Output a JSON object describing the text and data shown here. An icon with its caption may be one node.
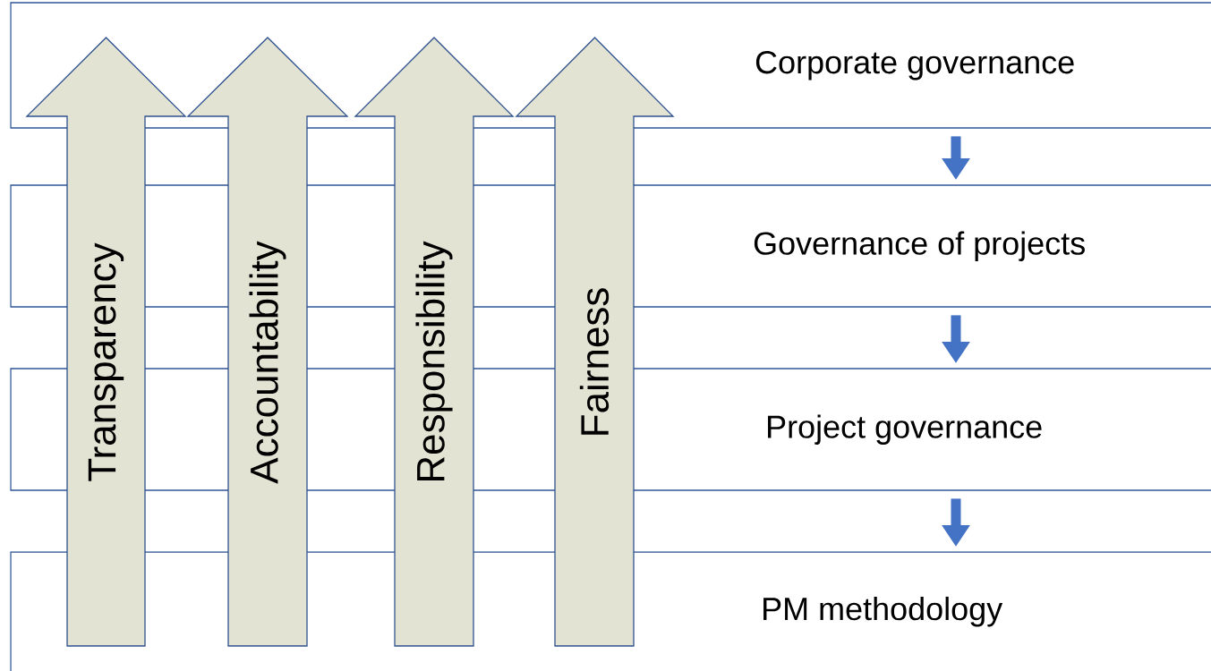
{
  "diagram": {
    "nodes": [
      {
        "text": [
          "Corporate governance"
        ]
      },
      {
        "text": [
          "Governance of projects"
        ]
      },
      {
        "text": [
          "Project governance"
        ]
      },
      {
        "text": [
          "PM methodology"
        ]
      },
      {
        "text": [
          "Transparency"
        ]
      },
      {
        "text": [
          "Accountability"
        ]
      },
      {
        "text": [
          "Responsibility"
        ]
      },
      {
        "text": [
          "Fairness"
        ]
      }
    ],
    "edges": [
      {
        "from": 0,
        "to": 1,
        "arrow": "to"
      },
      {
        "from": 1,
        "to": 2,
        "arrow": "to"
      },
      {
        "from": 2,
        "to": 3,
        "arrow": "to"
      }
    ]
  }
}
